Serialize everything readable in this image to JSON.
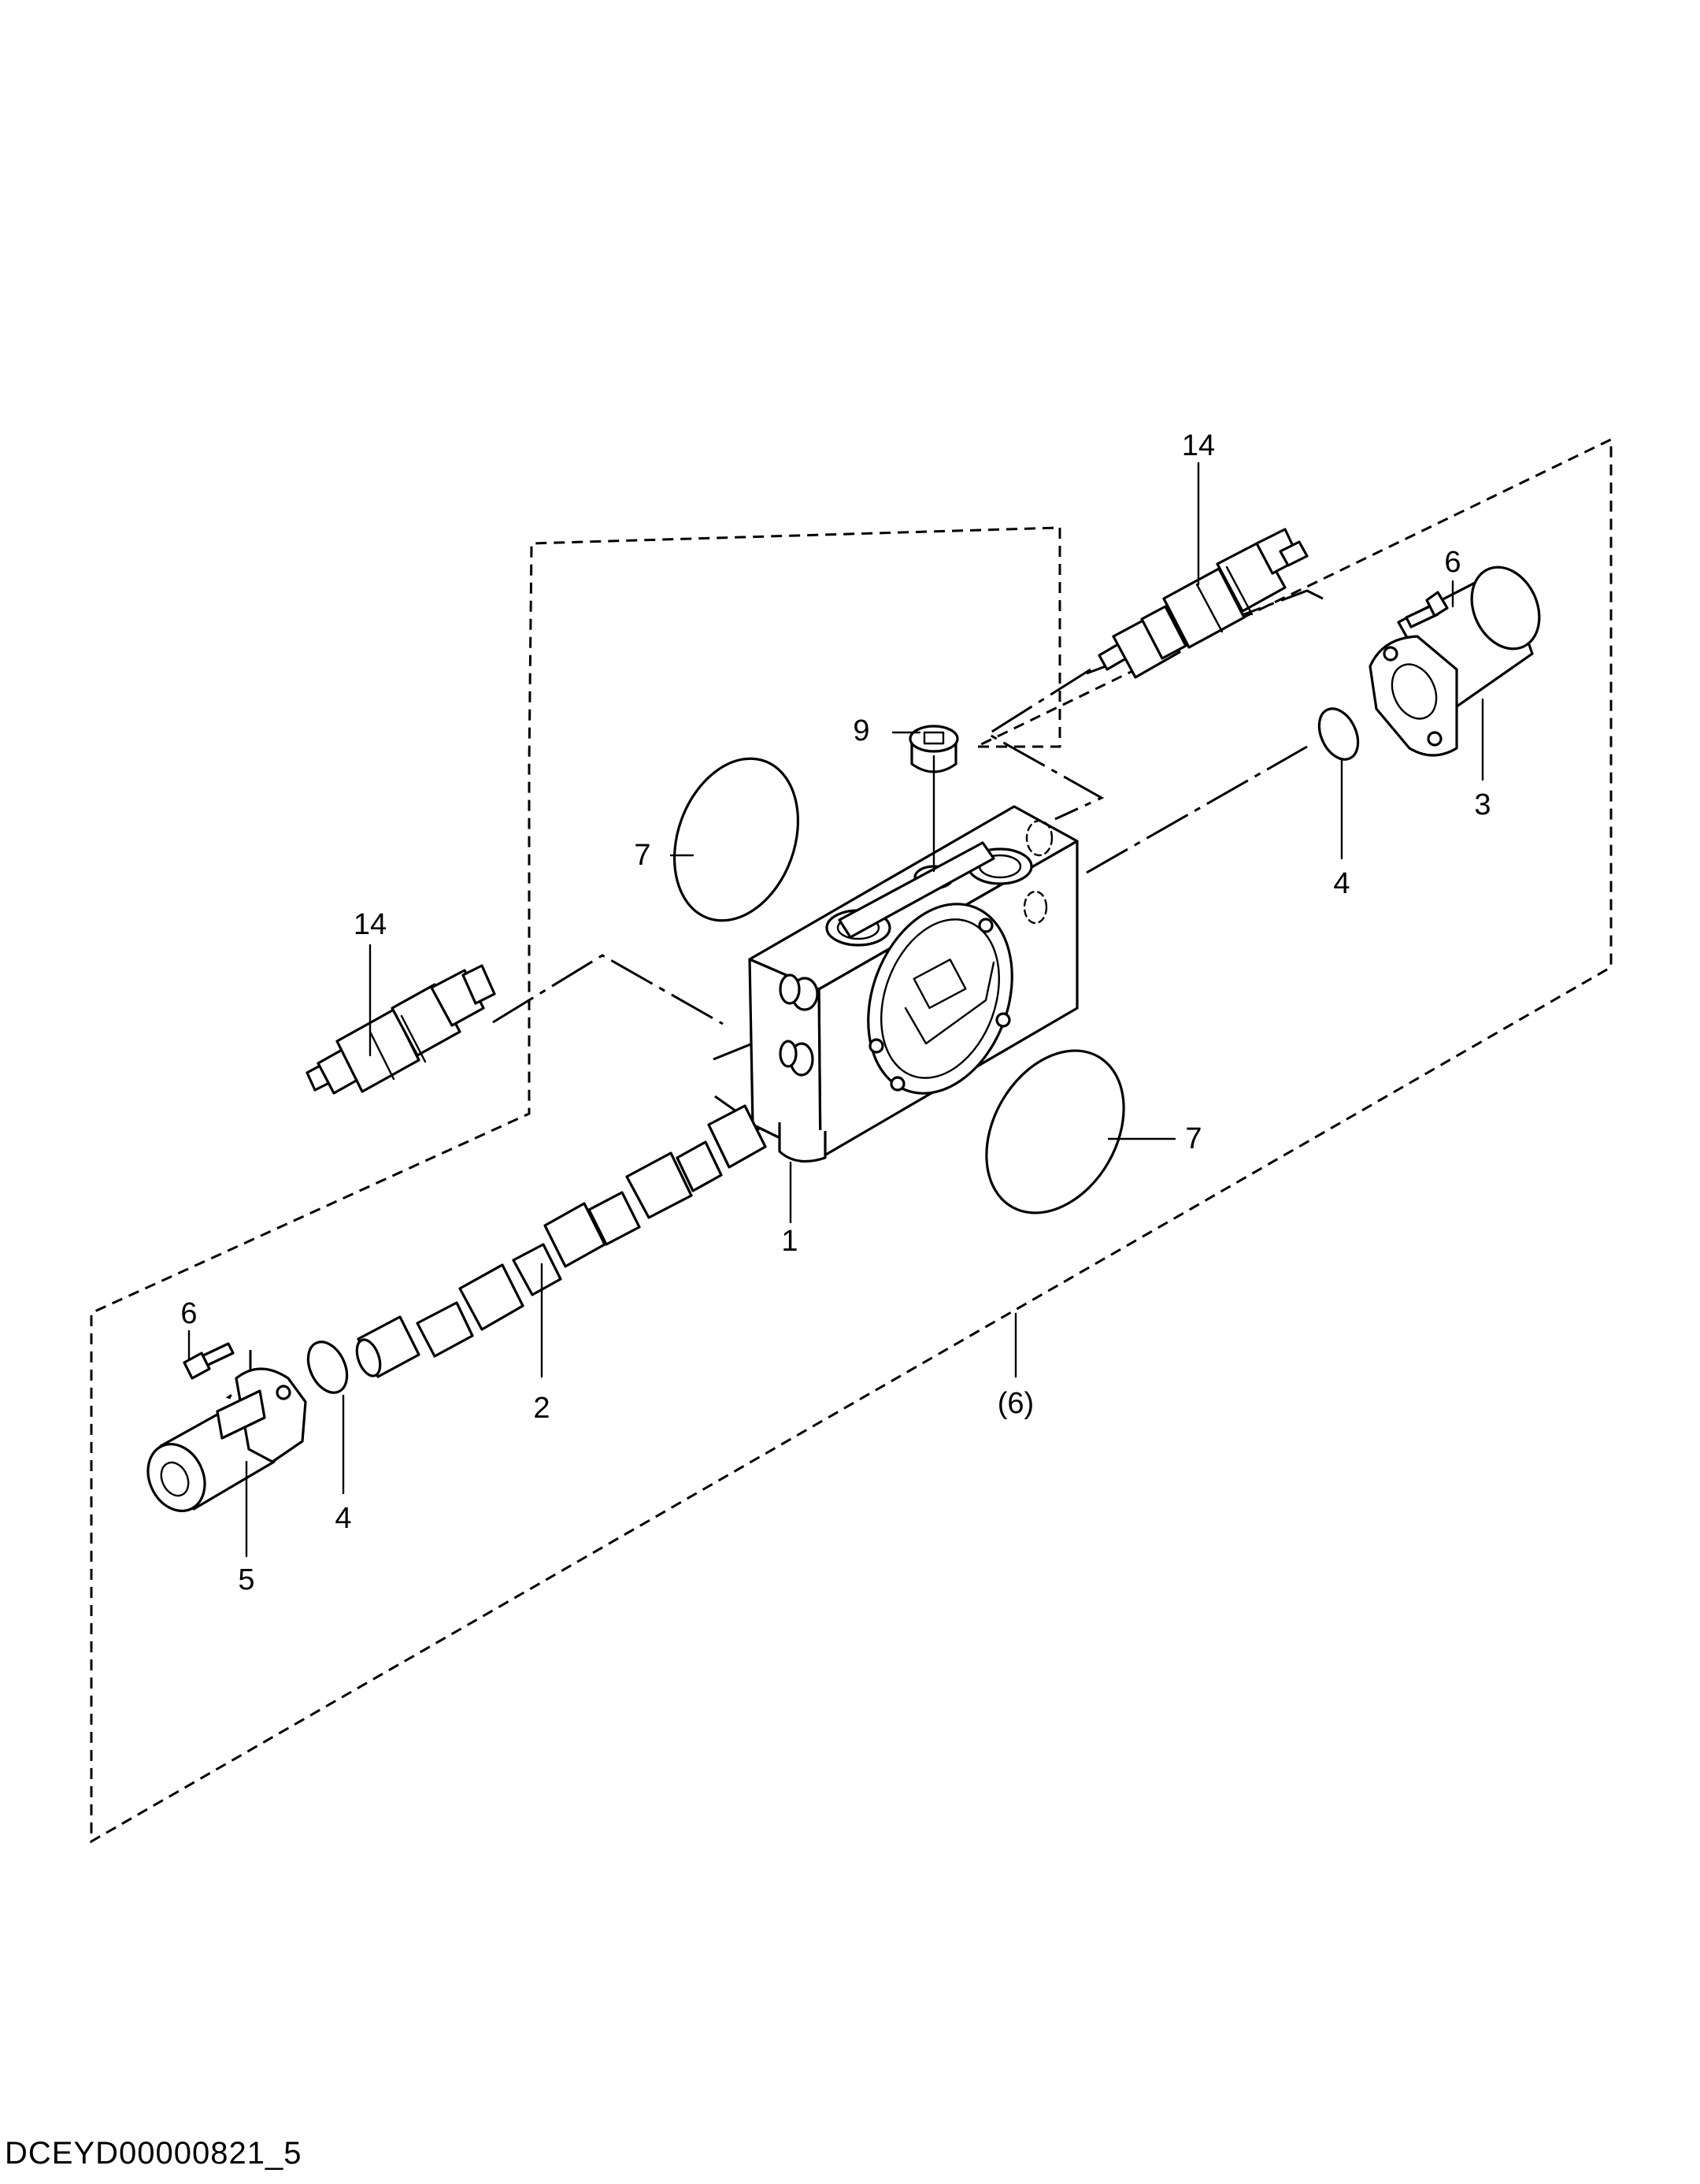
{
  "callouts": {
    "body": "1",
    "spool": "2",
    "cap_right": "3",
    "oring_right": "4",
    "oring_left": "4",
    "cap_left": "5",
    "screw_right": "6",
    "screw_left": "6",
    "assembly": "(6)",
    "oring_large_upper": "7",
    "oring_large_lower": "7",
    "plug": "9",
    "relief_valve_upper": "14",
    "relief_valve_left": "14"
  },
  "footer": {
    "drawing_id": "DCEYD00000821_5"
  }
}
